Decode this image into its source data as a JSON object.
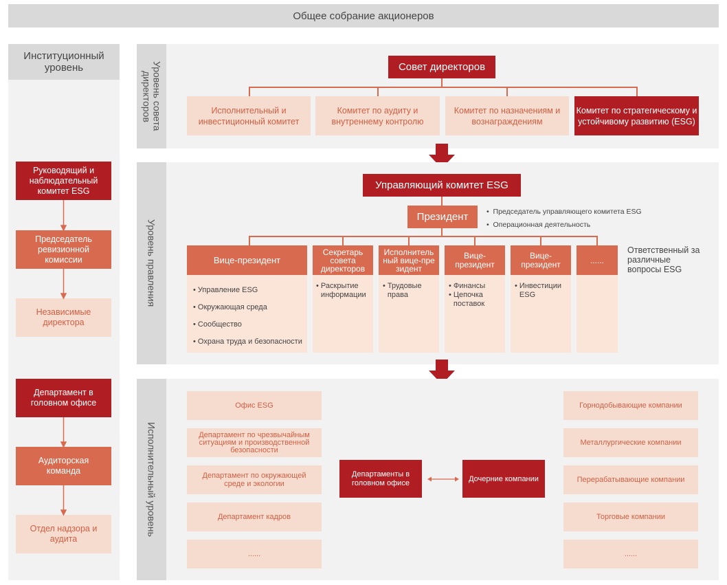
{
  "top_bar": "Общее собрание акционеров",
  "left": {
    "header": "Институционный уровень",
    "group1": [
      "Руководящий и наблюдательный комитет ESG",
      "Председатель ревизионной комиссии",
      "Независимые директора"
    ],
    "group2": [
      "Департамент в головном офисе",
      "Аудиторская команда",
      "Отдел надзора и аудита"
    ]
  },
  "board_level": {
    "label": "Уровень совета директоров",
    "board": "Совет директоров",
    "committees": [
      "Исполнительный и инвестиционный комитет",
      "Комитет по аудиту и внутреннему контролю",
      "Комитет по назначениям и вознаграждениям",
      "Комитет по стратегическому и устойчивому развитию (ESG)"
    ]
  },
  "management_level": {
    "label": "Уровень правления",
    "esg_committee": "Управляющий комитет ESG",
    "president": "Президент",
    "president_notes": [
      "Председатель управляющего комитета ESG",
      "Операционная деятельность"
    ],
    "responsible_note": "Ответственный за различные вопросы ESG",
    "columns": [
      {
        "title": "Вице-президент",
        "items": [
          "Управление ESG",
          "Окружающая среда",
          "Сообщество",
          "Охрана труда и безопасности"
        ]
      },
      {
        "title": "Секретарь совета директоров",
        "items": [
          "Раскрытие информации"
        ]
      },
      {
        "title": "Исполнительный вице-президент",
        "items": [
          "Трудовые права"
        ]
      },
      {
        "title": "Вице-президент",
        "items": [
          "Финансы",
          "Цепочка поставок"
        ]
      },
      {
        "title": "Вице-президент",
        "items": [
          "Инвестиции ESG"
        ]
      },
      {
        "title": "......",
        "items": []
      }
    ]
  },
  "executive_level": {
    "label": "Исполнительный уровень",
    "left_boxes": [
      "Офис ESG",
      "Департамент по чрезвычайным ситуациям и производственной безопасности",
      "Департамент по окружающей среде и экологии",
      "Департамент кадров",
      "......"
    ],
    "hq_departments": "Департаменты в головном офисе",
    "subsidiaries": "Дочерние компании",
    "right_boxes": [
      "Горнодобывающие компании",
      "Металлургические компании",
      "Перерабатывающие компании",
      "Торговые компании",
      "......"
    ]
  },
  "colors": {
    "dark_red": "#b01e23",
    "mid_orange": "#d86a4f",
    "light_peach": "#f6dccf",
    "gray": "#d9d9d9"
  }
}
